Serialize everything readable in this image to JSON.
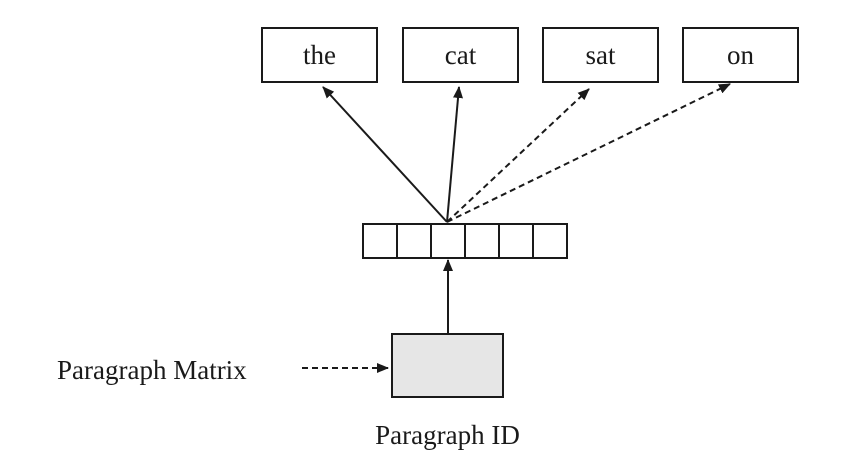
{
  "diagram": {
    "output_words": [
      "the",
      "cat",
      "sat",
      "on"
    ],
    "context_vector_cells": 6,
    "paragraph_id_label": "Paragraph ID",
    "paragraph_matrix_label": "Paragraph Matrix",
    "colors": {
      "stroke": "#1a1a1a",
      "box_fill": "#ffffff",
      "paragraph_box_fill": "#e6e6e6"
    }
  }
}
